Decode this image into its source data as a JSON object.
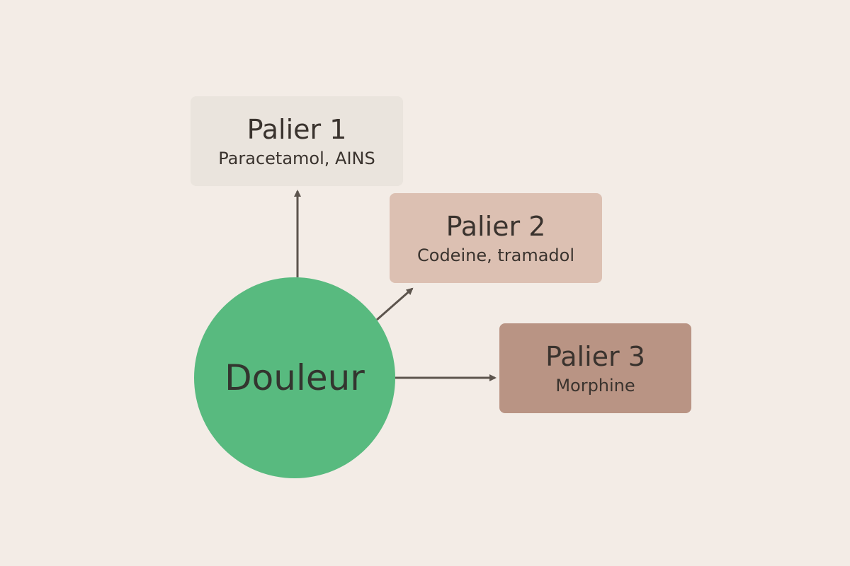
{
  "diagram": {
    "center": {
      "label": "Douleur",
      "color": "#58ba7f"
    },
    "nodes": [
      {
        "title": "Palier 1",
        "subtitle": "Paracetamol, AINS",
        "color": "#eae4dd"
      },
      {
        "title": "Palier 2",
        "subtitle": "Codeine, tramadol",
        "color": "#dcc0b2"
      },
      {
        "title": "Palier 3",
        "subtitle": "Morphine",
        "color": "#b99484"
      }
    ],
    "edges": [
      {
        "from": "Douleur",
        "to": "Palier 1"
      },
      {
        "from": "Douleur",
        "to": "Palier 2"
      },
      {
        "from": "Douleur",
        "to": "Palier 3"
      }
    ],
    "colors": {
      "background": "#f3ece6",
      "arrow": "#5c544d",
      "text": "#3a332e"
    }
  }
}
